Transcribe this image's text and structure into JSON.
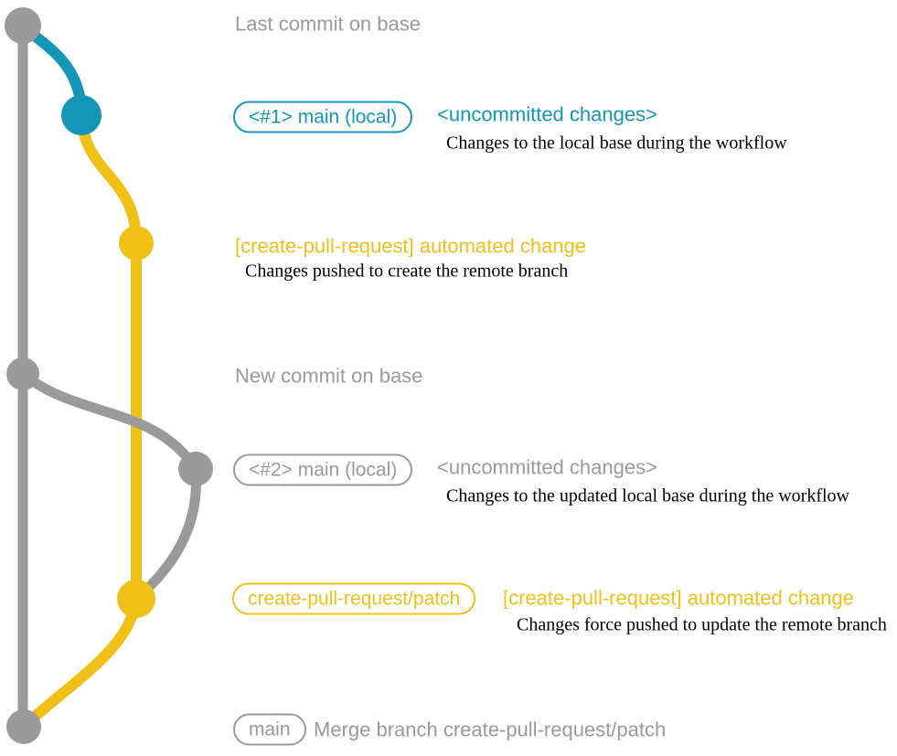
{
  "colors": {
    "background": "#ffffff",
    "base_gray": "#9a9a9a",
    "teal": "#1496b6",
    "yellow": "#f0c016",
    "note_ink": "#000000"
  },
  "texts": {
    "last_commit": "Last commit on base",
    "badge_main_local_1": "<#1> main (local)",
    "uncommitted_1": "<uncommitted changes>",
    "note_uncommitted_1": "Changes to the local base during the workflow",
    "automated_change_1": "[create-pull-request] automated change",
    "note_automated_1": "Changes pushed to create the remote branch",
    "new_commit": "New commit on base",
    "badge_main_local_2": "<#2> main (local)",
    "uncommitted_2": "<uncommitted changes>",
    "note_uncommitted_2": "Changes to the updated local base during the workflow",
    "badge_cpr_patch": "create-pull-request/patch",
    "automated_change_2": "[create-pull-request] automated change",
    "note_automated_2": "Changes force pushed to update the remote branch",
    "badge_main": "main",
    "merge_message": "Merge branch create-pull-request/patch"
  }
}
